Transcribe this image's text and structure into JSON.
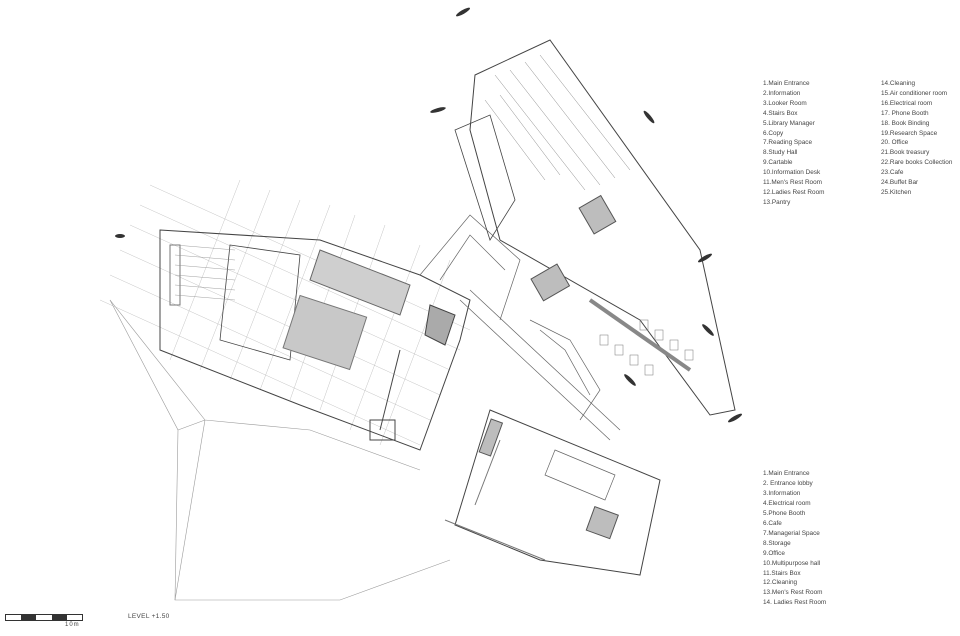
{
  "drawing": {
    "type": "architectural floor plan",
    "level_label": "LEVEL +1.50",
    "scale": {
      "label": "10m",
      "segments": 5
    }
  },
  "legends": {
    "library": {
      "column_a": [
        "1.Main Entrance",
        "2.Information",
        "3.Looker Room",
        "4.Stairs Box",
        "5.Library Manager",
        "6.Copy",
        "7.Reading Space",
        "8.Study Hall",
        "9.Cartable",
        "10.Information Desk",
        "11.Men's Rest Room",
        "12.Ladies Rest Room",
        "13.Pantry"
      ],
      "column_b": [
        "14.Cleaning",
        "15.Air conditioner room",
        "16.Electrical room",
        "17. Phone Booth",
        "18. Book Binding",
        "19.Research Space",
        "20. Office",
        "21.Book treasury",
        "22.Rare books Collection",
        "23.Cafe",
        "24.Buffet Bar",
        "25.Kitchen"
      ]
    },
    "hall": {
      "items": [
        "1.Main Entrance",
        "2. Entrance lobby",
        "3.Information",
        "4.Electrical room",
        "5.Phone Booth",
        "6.Cafe",
        "7.Managerial Space",
        "8.Storage",
        "9.Office",
        "10.Multipurpose hall",
        "11.Stairs Box",
        "12.Cleaning",
        "13.Men's Rest Room",
        "14. Ladies Rest Room"
      ]
    }
  },
  "colors": {
    "line": "#444444",
    "light_line": "#9a9a9a",
    "fill_gray": "#bdbdbd",
    "background": "#ffffff"
  }
}
